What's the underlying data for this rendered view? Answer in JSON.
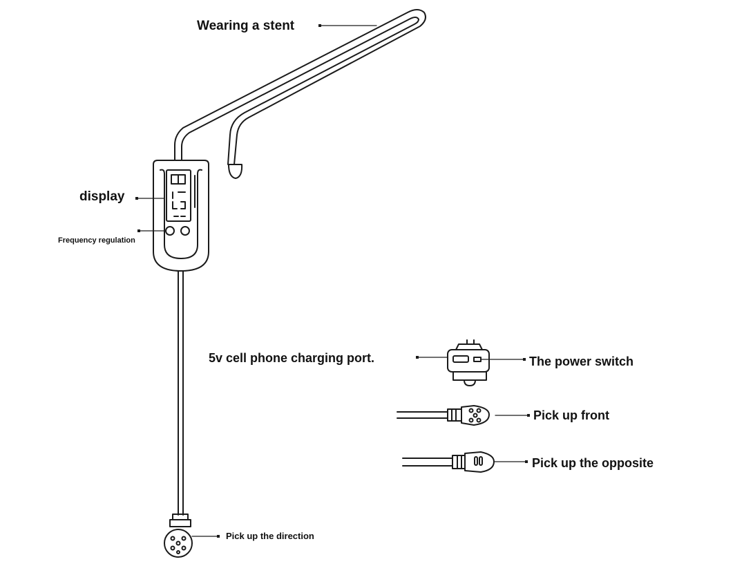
{
  "labels": {
    "wearing_stent": "Wearing a stent",
    "display": "display",
    "frequency_regulation": "Frequency regulation",
    "charging_port": "5v cell phone charging port.",
    "power_switch": "The power switch",
    "pick_up_front": "Pick up front",
    "pick_up_opposite": "Pick up the opposite",
    "pick_up_direction": "Pick up the direction"
  },
  "colors": {
    "line": "#1a1a1a",
    "background": "#ffffff"
  }
}
